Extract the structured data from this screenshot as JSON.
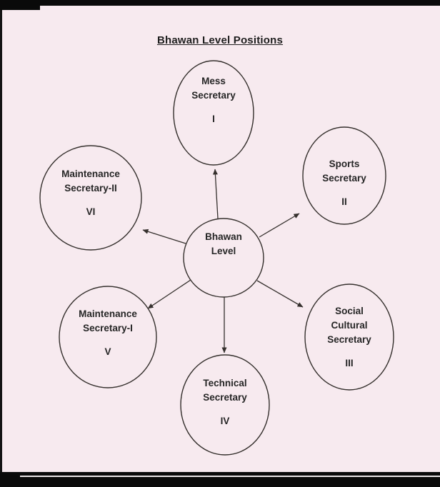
{
  "title": "Bhawan Level Positions",
  "diagram": {
    "center": {
      "name": "Bhawan\nLevel"
    },
    "nodes": {
      "mess": {
        "name": "Mess\nSecretary",
        "numeral": "I"
      },
      "sports": {
        "name": "Sports\nSecretary",
        "numeral": "II"
      },
      "social": {
        "name": "Social\nCultural\nSecretary",
        "numeral": "III"
      },
      "technical": {
        "name": "Technical\nSecretary",
        "numeral": "IV"
      },
      "maintenance1": {
        "name": "Maintenance\nSecretary-I",
        "numeral": "V"
      },
      "maintenance2": {
        "name": "Maintenance\nSecretary-II",
        "numeral": "VI"
      }
    },
    "colors": {
      "page_background": "#f7eaef",
      "shape_stroke": "#35302d",
      "text": "#262626",
      "scan_edge": "#0a0a0a"
    }
  }
}
